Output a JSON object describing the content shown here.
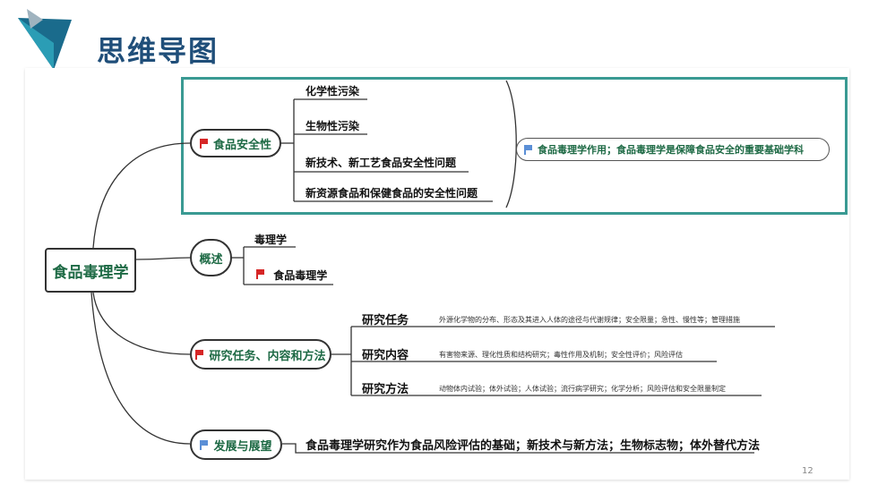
{
  "slide": {
    "title": "思维导图",
    "page_number": "12"
  },
  "root": {
    "label": "食品毒理学"
  },
  "branches": {
    "safety": {
      "label": "食品安全性",
      "children": [
        "化学性污染",
        "生物性污染",
        "新技术、新工艺食品安全性问题",
        "新资源食品和保健食品的安全性问题"
      ],
      "summary": "食品毒理学作用；食品毒理学是保障食品安全的重要基础学科"
    },
    "overview": {
      "label": "概述",
      "children": [
        "毒理学",
        "食品毒理学"
      ]
    },
    "research": {
      "label": "研究任务、内容和方法",
      "children": [
        {
          "label": "研究任务",
          "detail": "外源化学物的分布、形态及其进入人体的途径与代谢规律；安全限量；急性、慢性等；管理措施"
        },
        {
          "label": "研究内容",
          "detail": "有害物来源、理化性质和结构研究；毒性作用及机制；安全性评价；风险评估"
        },
        {
          "label": "研究方法",
          "detail": "动物体内试验；体外试验；人体试验；流行病学研究；化学分析；风险评估和安全限量制定"
        }
      ]
    },
    "development": {
      "label": "发展与展望",
      "detail": "食品毒理学研究作为食品风险评估的基础；新技术与新方法；生物标志物；体外替代方法"
    }
  },
  "colors": {
    "title": "#1f4e79",
    "node_text": "#1e6a45",
    "highlight_border": "#3a9a93",
    "flag_red": "#d62626",
    "flag_blue": "#5b8fd6"
  }
}
